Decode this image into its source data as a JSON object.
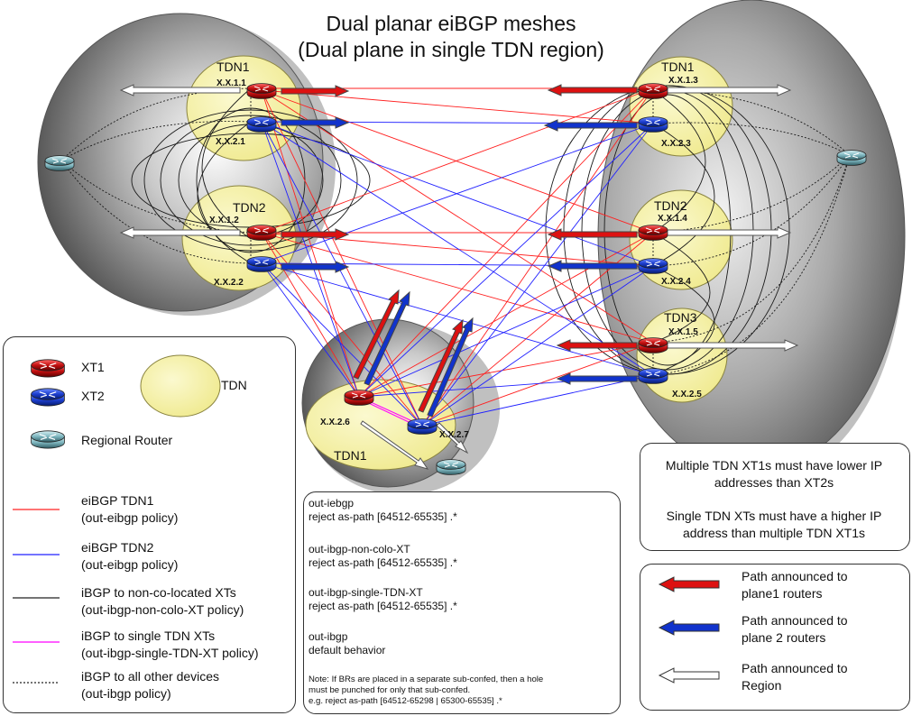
{
  "title": {
    "line1": "Dual planar eiBGP meshes",
    "line2": "(Dual plane in single TDN region)"
  },
  "regions": {
    "left": {
      "tdns": [
        {
          "label": "TDN1",
          "xt1_addr": "X.X.1.1",
          "xt2_addr": "X.X.2.1"
        },
        {
          "label": "TDN2",
          "xt1_addr": "X.X.1.2",
          "xt2_addr": "X.X.2.2"
        }
      ]
    },
    "right": {
      "tdns": [
        {
          "label": "TDN1",
          "xt1_addr": "X.X.1.3",
          "xt2_addr": "X.X.2.3"
        },
        {
          "label": "TDN2",
          "xt1_addr": "X.X.1.4",
          "xt2_addr": "X.X.2.4"
        },
        {
          "label": "TDN3",
          "xt1_addr": "X.X.1.5",
          "xt2_addr": "X.X.2.5"
        }
      ]
    },
    "bottom": {
      "tdns": [
        {
          "label": "TDN1",
          "xt1_addr": "X.X.2.6",
          "xt2_addr": "X.X.2.7"
        }
      ]
    }
  },
  "legend_devices": {
    "xt1": "XT1",
    "xt2": "XT2",
    "tdn": "TDN",
    "regional_router": "Regional Router"
  },
  "legend_lines": [
    {
      "line1": "eiBGP TDN1",
      "line2": "(out-eibgp policy)",
      "color": "#ff2020",
      "style": "solid"
    },
    {
      "line1": "eiBGP TDN2",
      "line2": "(out-eibgp policy)",
      "color": "#2020ff",
      "style": "solid"
    },
    {
      "line1": "iBGP to non-co-located XTs",
      "line2": "(out-ibgp-non-colo-XT policy)",
      "color": "#222222",
      "style": "solid"
    },
    {
      "line1": "iBGP to single TDN XTs",
      "line2": "(out-ibgp-single-TDN-XT policy)",
      "color": "#ff00ff",
      "style": "solid"
    },
    {
      "line1": "iBGP to all other devices",
      "line2": "(out-ibgp policy)",
      "color": "#222222",
      "style": "dotted"
    }
  ],
  "policies": [
    {
      "name": "out-iebgp",
      "rule": "reject as-path [64512-65535] .*"
    },
    {
      "name": "out-ibgp-non-colo-XT",
      "rule": "reject as-path [64512-65535] .*"
    },
    {
      "name": "out-ibgp-single-TDN-XT",
      "rule": "reject as-path [64512-65535] .*"
    },
    {
      "name": "out-ibgp",
      "rule": "default behavior"
    }
  ],
  "note": {
    "line1": "Note: If BRs are placed in a separate sub-confed, then a hole",
    "line2": "must be punched for only that sub-confed.",
    "line3": "e.g. reject as-path [64512-65298 | 65300-65535] .*"
  },
  "rules": {
    "line1": "Multiple TDN XT1s must have lower IP",
    "line2": "addresses than XT2s",
    "line3": "Single TDN XTs must have a higher IP",
    "line4": "address than multiple TDN XT1s"
  },
  "path_legend": [
    {
      "line1": "Path announced to",
      "line2": "plane1 routers",
      "color": "#dd1111"
    },
    {
      "line1": "Path announced to",
      "line2": "plane 2 routers",
      "color": "#1133cc"
    },
    {
      "line1": "Path announced to",
      "line2": "Region",
      "color": "#ffffff"
    }
  ]
}
